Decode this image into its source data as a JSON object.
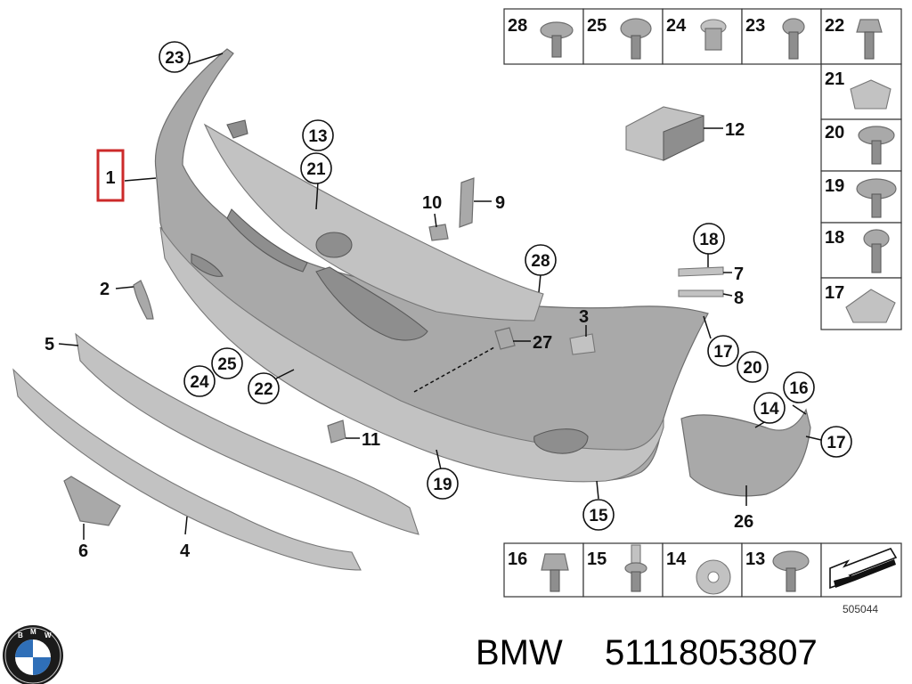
{
  "diagram": {
    "main_part_label": "1",
    "callouts": [
      {
        "id": "c23",
        "label": "23"
      },
      {
        "id": "c13",
        "label": "13"
      },
      {
        "id": "c21",
        "label": "21"
      },
      {
        "id": "c28",
        "label": "28"
      },
      {
        "id": "c18",
        "label": "18"
      },
      {
        "id": "c17a",
        "label": "17"
      },
      {
        "id": "c20",
        "label": "20"
      },
      {
        "id": "c16",
        "label": "16"
      },
      {
        "id": "c14",
        "label": "14"
      },
      {
        "id": "c17b",
        "label": "17"
      },
      {
        "id": "c22",
        "label": "22"
      },
      {
        "id": "c24",
        "label": "24"
      },
      {
        "id": "c25",
        "label": "25"
      },
      {
        "id": "c19",
        "label": "19"
      },
      {
        "id": "c15",
        "label": "15"
      }
    ],
    "plain_labels": [
      {
        "id": "l2",
        "label": "2"
      },
      {
        "id": "l3",
        "label": "3"
      },
      {
        "id": "l4",
        "label": "4"
      },
      {
        "id": "l5",
        "label": "5"
      },
      {
        "id": "l6",
        "label": "6"
      },
      {
        "id": "l7",
        "label": "7"
      },
      {
        "id": "l8",
        "label": "8"
      },
      {
        "id": "l9",
        "label": "9"
      },
      {
        "id": "l10",
        "label": "10"
      },
      {
        "id": "l11",
        "label": "11"
      },
      {
        "id": "l12",
        "label": "12"
      },
      {
        "id": "l26",
        "label": "26"
      },
      {
        "id": "l27",
        "label": "27"
      }
    ],
    "top_fasteners": [
      "28",
      "25",
      "24",
      "23",
      "22"
    ],
    "side_fasteners": [
      "21",
      "20",
      "19",
      "18",
      "17"
    ],
    "bottom_fasteners": [
      "16",
      "15",
      "14",
      "13"
    ],
    "diagram_number": "505044"
  },
  "caption": {
    "brand": "BMW",
    "part_number": "51118053807"
  }
}
